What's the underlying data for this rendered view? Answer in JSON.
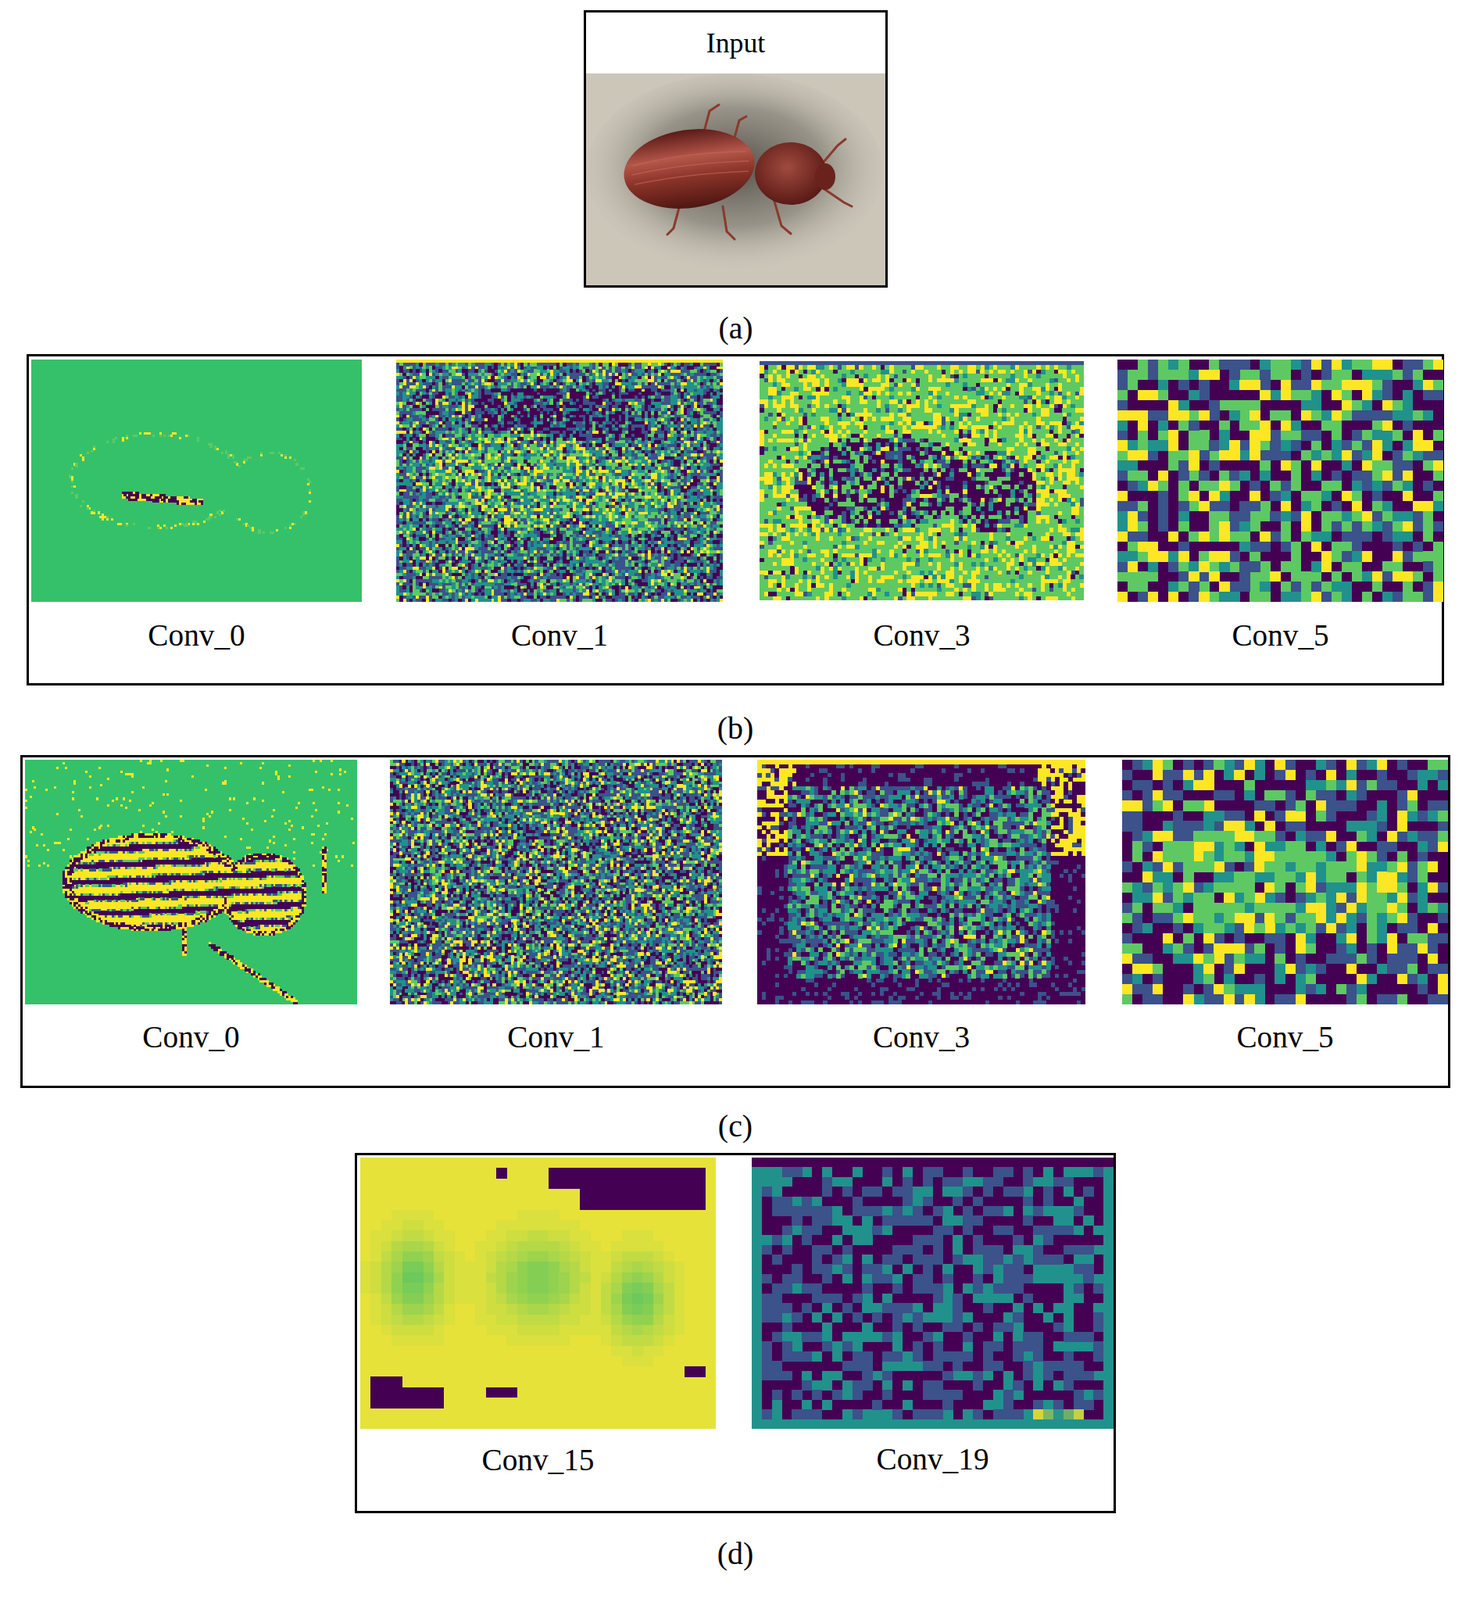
{
  "diagram": {
    "nodes": [
      {
        "text": [
          "Input",
          "(a)"
        ]
      },
      {
        "text": [
          "(b)"
        ]
      },
      {
        "text": [
          "Conv_0"
        ],
        "in": 1
      },
      {
        "text": [
          "Conv_1"
        ],
        "in": 1
      },
      {
        "text": [
          "Conv_3"
        ],
        "in": 1
      },
      {
        "text": [
          "Conv_5"
        ],
        "in": 1
      },
      {
        "text": [
          "(c)"
        ]
      },
      {
        "text": [
          "Conv_0"
        ],
        "in": 6
      },
      {
        "text": [
          "Conv_1"
        ],
        "in": 6
      },
      {
        "text": [
          "Conv_3"
        ],
        "in": 6
      },
      {
        "text": [
          "Conv_5"
        ],
        "in": 6
      },
      {
        "text": [
          "(d)"
        ]
      },
      {
        "text": [
          "Conv_15"
        ],
        "in": 11
      },
      {
        "text": [
          "Conv_19"
        ],
        "in": 11
      }
    ]
  }
}
